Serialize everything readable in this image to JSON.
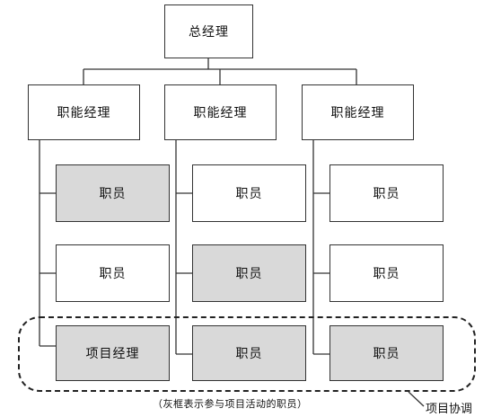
{
  "chart": {
    "top": "总经理",
    "managers": [
      "职能经理",
      "职能经理",
      "职能经理"
    ],
    "columns": [
      [
        {
          "label": "职员",
          "highlight": true
        },
        {
          "label": "职员",
          "highlight": false
        },
        {
          "label": "项目经理",
          "highlight": true
        }
      ],
      [
        {
          "label": "职员",
          "highlight": false
        },
        {
          "label": "职员",
          "highlight": true
        },
        {
          "label": "职员",
          "highlight": true
        }
      ],
      [
        {
          "label": "职员",
          "highlight": false
        },
        {
          "label": "职员",
          "highlight": false
        },
        {
          "label": "职员",
          "highlight": true
        }
      ]
    ],
    "caption": "（灰框表示参与项目活动的职员）",
    "group_label": "项目协调",
    "colors": {
      "highlight": "#d9d9d9",
      "stroke": "#333333"
    }
  }
}
